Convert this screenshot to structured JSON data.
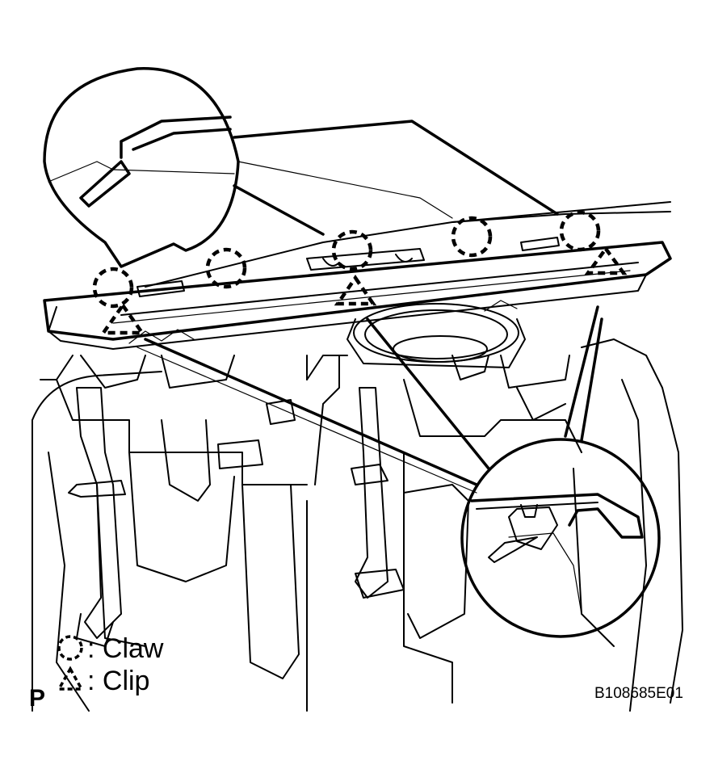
{
  "legend": {
    "claw_label": ": Claw",
    "clip_label": ": Clip",
    "claw_icon": "dashed-circle-icon",
    "clip_icon": "dashed-triangle-icon"
  },
  "view_letter": "P",
  "figure_code": "B108685E01"
}
